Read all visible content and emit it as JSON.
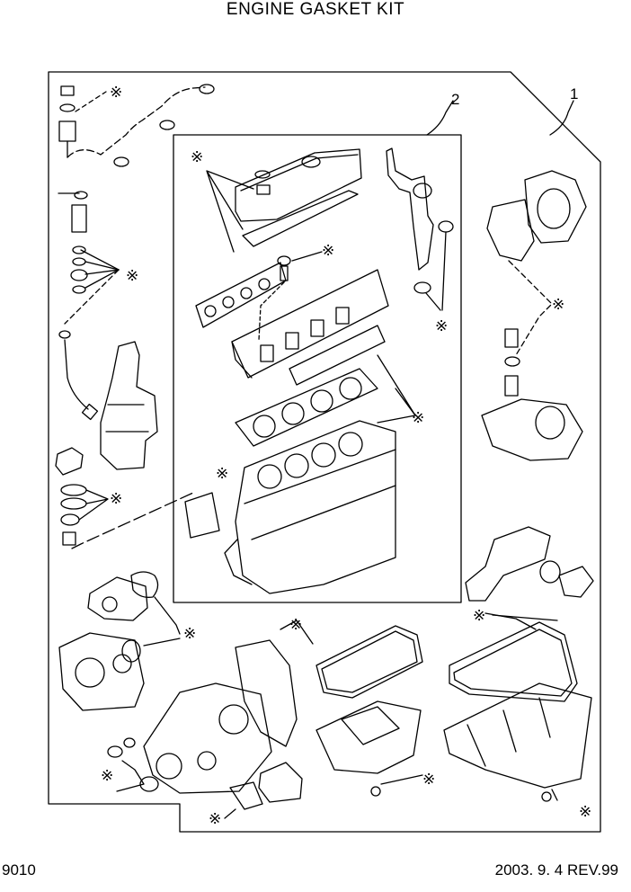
{
  "title": "ENGINE GASKET KIT",
  "page_number": "9010",
  "revision": "2003. 9. 4 REV.99",
  "callouts": {
    "kit": "1",
    "head_kit": "2"
  },
  "marker_symbol": "※"
}
